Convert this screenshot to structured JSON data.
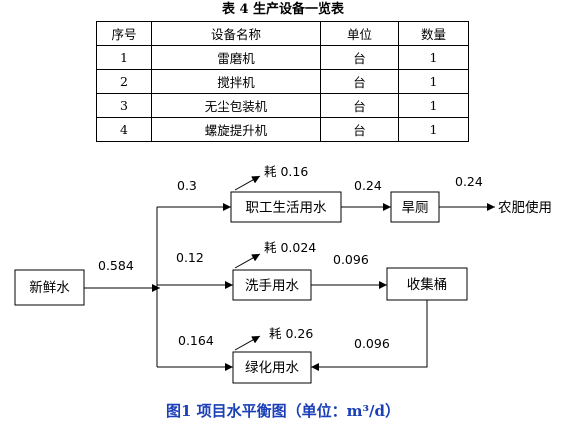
{
  "table": {
    "title": "表 4   生产设备一览表",
    "headers": [
      "序号",
      "设备名称",
      "单位",
      "数量"
    ],
    "rows": [
      {
        "no": "1",
        "name": "雷磨机",
        "unit": "台",
        "qty": "1"
      },
      {
        "no": "2",
        "name": "搅拌机",
        "unit": "台",
        "qty": "1"
      },
      {
        "no": "3",
        "name": "无尘包装机",
        "unit": "台",
        "qty": "1"
      },
      {
        "no": "4",
        "name": "螺旋提升机",
        "unit": "台",
        "qty": "1"
      }
    ]
  },
  "diagram": {
    "nodes": {
      "fresh_water": "新鲜水",
      "staff_water": "职工生活用水",
      "dry_toilet": "旱厕",
      "fertilizer": "农肥使用",
      "hand_wash": "洗手用水",
      "collect_bucket": "收集桶",
      "greening": "绿化用水"
    },
    "flows": {
      "fresh_in": "0.584",
      "to_staff": "0.3",
      "staff_loss": "耗 0.16",
      "staff_to_toilet": "0.24",
      "toilet_to_fertilizer": "0.24",
      "to_wash": "0.12",
      "wash_loss": "耗 0.024",
      "wash_to_bucket": "0.096",
      "to_green": "0.164",
      "green_loss": "耗 0.26",
      "bucket_to_green": "0.096"
    }
  },
  "caption": {
    "text": "图1  项目水平衡图（单位：m³/d）"
  }
}
